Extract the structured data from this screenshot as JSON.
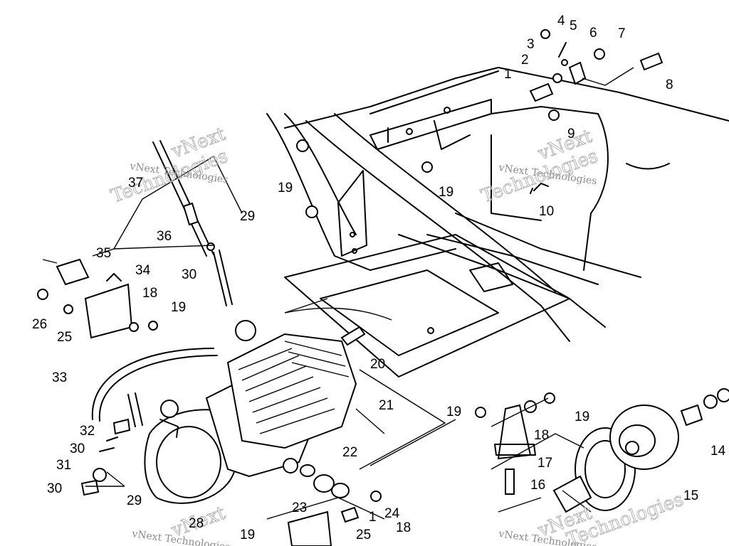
{
  "watermark": {
    "small": "vNext Technologies",
    "big_line1": "vNext",
    "big_line2": "Technologies"
  },
  "callouts": [
    "1",
    "2",
    "3",
    "4",
    "5",
    "6",
    "7",
    "8",
    "9",
    "10",
    "14",
    "15",
    "16",
    "17",
    "18",
    "19",
    "20",
    "21",
    "22",
    "23",
    "24",
    "25",
    "26",
    "28",
    "29",
    "30",
    "31",
    "32",
    "33",
    "34",
    "35",
    "36",
    "37"
  ],
  "labels": {
    "c1a": "1",
    "c2": "2",
    "c3": "3",
    "c4": "4",
    "c5": "5",
    "c6": "6",
    "c7": "7",
    "c8": "8",
    "c9": "9",
    "c10": "10",
    "c19a": "19",
    "c19b": "19",
    "c19c": "19",
    "c19d": "19",
    "c19e": "19",
    "c19f": "19",
    "c20": "20",
    "c21": "21",
    "c22": "22",
    "c23": "23",
    "c24": "24",
    "c1b": "1",
    "c18a": "18",
    "c18b": "18",
    "c18c": "18",
    "c25a": "25",
    "c25b": "25",
    "c26": "26",
    "c28": "28",
    "c29a": "29",
    "c29b": "29",
    "c30a": "30",
    "c30b": "30",
    "c30c": "30",
    "c31": "31",
    "c32": "32",
    "c33": "33",
    "c34": "34",
    "c35": "35",
    "c36": "36",
    "c37": "37",
    "c14": "14",
    "c15": "15",
    "c16": "16",
    "c17": "17"
  }
}
